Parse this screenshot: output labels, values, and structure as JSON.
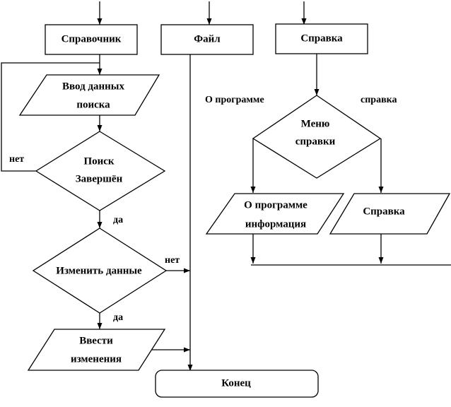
{
  "nodes": {
    "spravochnik": "Справочник",
    "fail": "Файл",
    "spravka_top": "Справка",
    "vvod_1": "Ввод данных",
    "vvod_2": "поиска",
    "poisk_1": "Поиск",
    "poisk_2": "Завершён",
    "izmenit": "Изменить данные",
    "vvesti_1": "Ввести",
    "vvesti_2": "изменения",
    "menu_1": "Меню",
    "menu_2": "справки",
    "oprog_1": "О программе",
    "oprog_2": "информация",
    "spravka_box": "Справка",
    "konec": "Конец"
  },
  "labels": {
    "net_loop": "нет",
    "da_1": "да",
    "net_right": "нет",
    "da_2": "да",
    "o_programme": "О программе",
    "spravka_branch": "справка"
  },
  "colors": {
    "line": "#000000",
    "fill": "#ffffff",
    "text": "#000000"
  }
}
